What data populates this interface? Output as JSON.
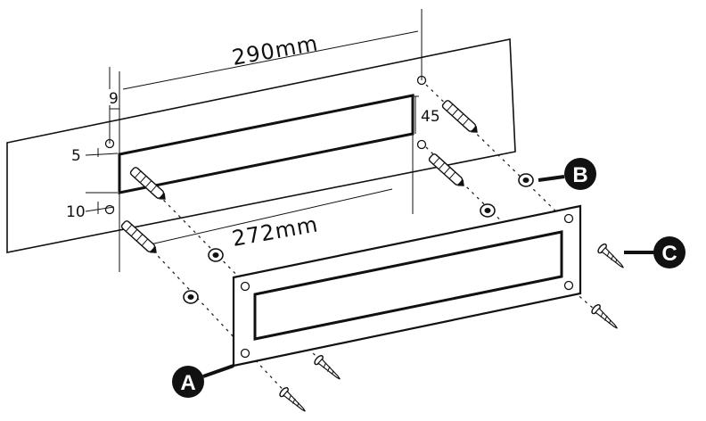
{
  "dimensions": {
    "outer_width": "290mm",
    "inner_width": "272mm",
    "slot_height": "45",
    "hole_offset_x": "9",
    "top_offset": "5",
    "bottom_offset": "10"
  },
  "callouts": [
    {
      "letter": "A"
    },
    {
      "letter": "B"
    },
    {
      "letter": "C"
    }
  ],
  "colors": {
    "line": "#111111",
    "callout_fill": "#111111",
    "callout_text": "#ffffff",
    "background": "#ffffff"
  }
}
